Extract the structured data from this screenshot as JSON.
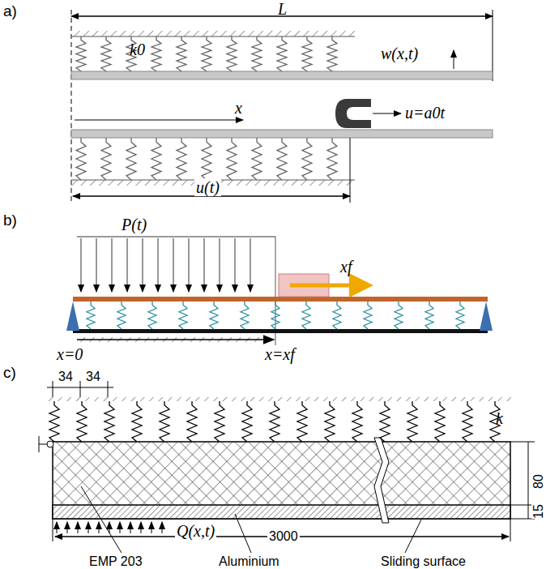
{
  "diagram": {
    "labels": [
      "a)",
      "L",
      "k0",
      "w(x,t)",
      "x",
      "u=a0t",
      "u(t)",
      "b)",
      "P(t)",
      "xf",
      "x=0",
      "x=xf",
      "c)",
      "34",
      "34",
      "k",
      "15",
      "80",
      "Q(x,t)",
      "3000",
      "EMP 203",
      "Aluminium",
      "Sliding surface"
    ]
  }
}
